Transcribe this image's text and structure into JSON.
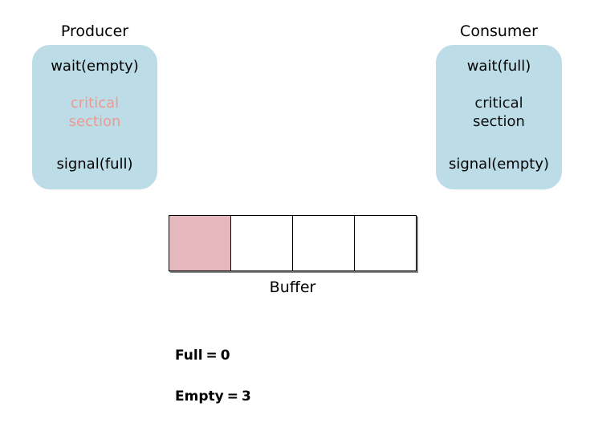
{
  "diagram": {
    "title_producer": "Producer",
    "title_consumer": "Consumer",
    "colors": {
      "process_box_fill": "#bcdde7",
      "critical_section_pink": "#ec9a90",
      "buffer_filled_cell": "#e4b8bc",
      "buffer_border": "#000000",
      "text": "#000000"
    }
  },
  "producer": {
    "title": "Producer",
    "wait": "wait(empty)",
    "critical_line1": "critical",
    "critical_line2": "section",
    "signal": "signal(full)"
  },
  "consumer": {
    "title": "Consumer",
    "wait": "wait(full)",
    "critical_line1": "critical",
    "critical_line2": "section",
    "signal": "signal(empty)"
  },
  "buffer": {
    "label": "Buffer",
    "slot_count": 4,
    "cells": [
      {
        "index": 0,
        "state": "filled"
      },
      {
        "index": 1,
        "state": "empty"
      },
      {
        "index": 2,
        "state": "empty"
      },
      {
        "index": 3,
        "state": "empty"
      }
    ]
  },
  "counters": {
    "full_label": "Full",
    "full_equals": "=",
    "full_value": "0",
    "empty_label": "Empty",
    "empty_equals": "=",
    "empty_value": "3"
  }
}
